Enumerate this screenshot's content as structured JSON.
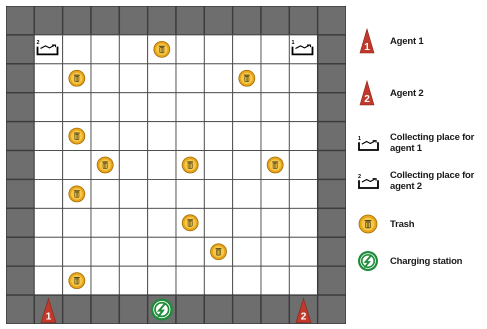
{
  "grid": {
    "cols": 12,
    "rows": 11,
    "colors": {
      "wall": "#6e6e6e",
      "wall_border": "#3c3c3c",
      "floor": "#ffffff",
      "grid_line": "#4a4a4a"
    },
    "cells": [
      {
        "type": "collect",
        "col": 1,
        "row": 1,
        "label": "2"
      },
      {
        "type": "trash",
        "col": 5,
        "row": 1
      },
      {
        "type": "collect",
        "col": 10,
        "row": 1,
        "label": "1"
      },
      {
        "type": "trash",
        "col": 2,
        "row": 2
      },
      {
        "type": "trash",
        "col": 8,
        "row": 2
      },
      {
        "type": "trash",
        "col": 2,
        "row": 4
      },
      {
        "type": "trash",
        "col": 3,
        "row": 5
      },
      {
        "type": "trash",
        "col": 6,
        "row": 5
      },
      {
        "type": "trash",
        "col": 9,
        "row": 5
      },
      {
        "type": "trash",
        "col": 2,
        "row": 6
      },
      {
        "type": "trash",
        "col": 6,
        "row": 7
      },
      {
        "type": "trash",
        "col": 7,
        "row": 8
      },
      {
        "type": "trash",
        "col": 2,
        "row": 9
      },
      {
        "type": "agent",
        "col": 1,
        "row": 10,
        "label": "1"
      },
      {
        "type": "charging",
        "col": 5,
        "row": 10
      },
      {
        "type": "agent",
        "col": 10,
        "row": 10,
        "label": "2"
      }
    ]
  },
  "legend": [
    {
      "icon": "agent-1-icon",
      "kind": "agent",
      "icon_label": "1",
      "label": "Agent 1"
    },
    {
      "icon": "agent-2-icon",
      "kind": "agent",
      "icon_label": "2",
      "label": "Agent 2"
    },
    {
      "icon": "collecting-place-1-icon",
      "kind": "collect",
      "icon_label": "1",
      "label": "Collecting place for agent 1"
    },
    {
      "icon": "collecting-place-2-icon",
      "kind": "collect",
      "icon_label": "2",
      "label": "Collecting place for agent 2"
    },
    {
      "icon": "trash-icon",
      "kind": "trash",
      "label": "Trash"
    },
    {
      "icon": "charging-station-icon",
      "kind": "charging",
      "label": "Charging station"
    }
  ],
  "icon_colors": {
    "agent_fill": "#c0392b",
    "agent_text": "#ffffff",
    "trash_ring": "#e8a317",
    "trash_core": "#f5c84a",
    "trash_can": "#5a4a1a",
    "charging_ring": "#1e8c3a",
    "charging_core": "#ffffff",
    "collect_stroke": "#000000"
  }
}
